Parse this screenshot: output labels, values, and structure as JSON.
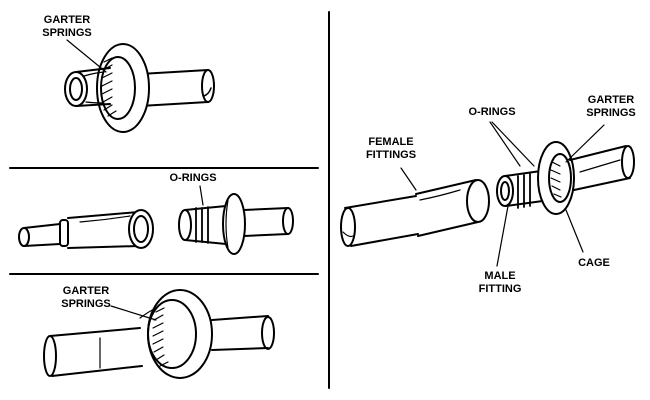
{
  "panel_top": {
    "label": [
      "GARTER",
      "SPRINGS"
    ]
  },
  "panel_middle": {
    "label": [
      "O-RINGS"
    ]
  },
  "panel_bottom": {
    "label": [
      "GARTER",
      "SPRINGS"
    ]
  },
  "panel_right": {
    "female_label": [
      "FEMALE",
      "FITTINGS"
    ],
    "orings_label": [
      "O-RINGS"
    ],
    "garter_label": [
      "GARTER",
      "SPRINGS"
    ],
    "male_label": [
      "MALE",
      "FITTING"
    ],
    "cage_label": [
      "CAGE"
    ]
  }
}
